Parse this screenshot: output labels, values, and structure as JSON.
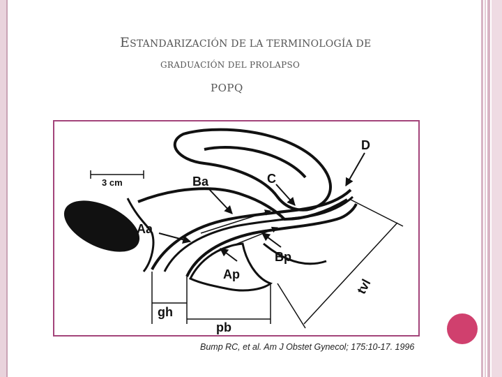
{
  "slide": {
    "title_line1_initial": "E",
    "title_line1_rest": "STANDARIZACIÓN DE LA TERMINOLOGÍA DE",
    "title_line2": "GRADUACIÓN DEL PROLAPSO",
    "title_line3": "POPQ",
    "citation": "Bump RC, et al. Am J Obstet Gynecol; 175:10-17. 1996"
  },
  "diagram": {
    "labels": {
      "D": "D",
      "C": "C",
      "Ba": "Ba",
      "Aa": "Aa",
      "Bp": "Bp",
      "Ap": "Ap",
      "tvl": "tvl",
      "gh": "gh",
      "pb": "pb",
      "scale": "3 cm"
    }
  },
  "colors": {
    "frame": "#a3447a",
    "accent_dot": "#d0406e",
    "side_bars": "#e9d3dc"
  }
}
